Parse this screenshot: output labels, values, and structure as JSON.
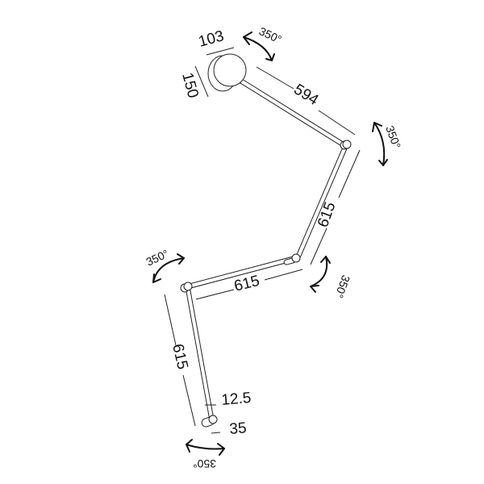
{
  "dimensions": {
    "head_width": "103",
    "head_height": "150",
    "arm_1_length": "594",
    "arm_2_length": "615",
    "arm_3_length": "615",
    "arm_4_length": "615",
    "tube_diameter": "12.5",
    "base_diameter": "35"
  },
  "rotations": {
    "head": "350°",
    "joint_1": "350°",
    "joint_2": "350°",
    "joint_3": "350°",
    "base": "350°"
  }
}
